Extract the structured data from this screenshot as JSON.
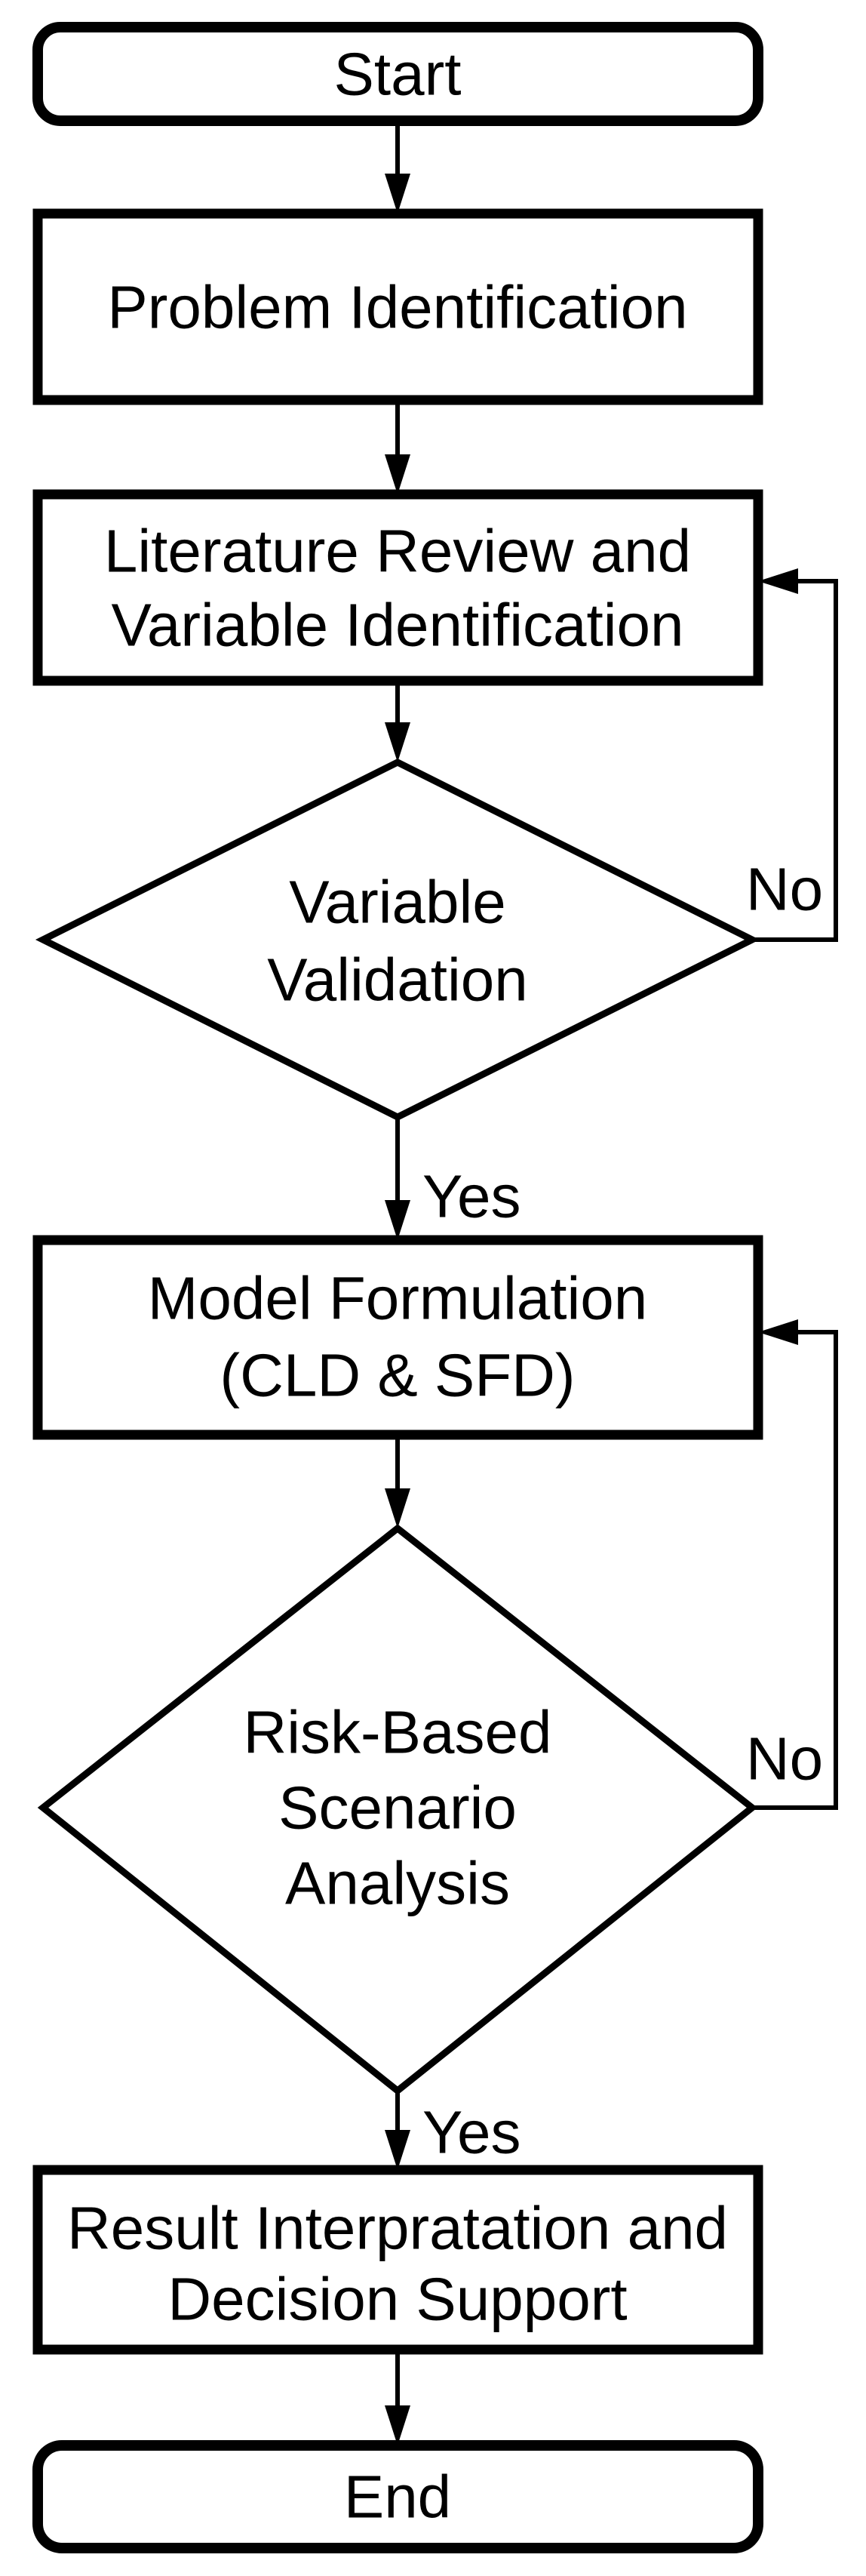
{
  "flowchart": {
    "colors": {
      "background": "#ffffff",
      "stroke": "#000000",
      "text": "#000000",
      "node_fill": "#ffffff"
    },
    "nodes": {
      "start": {
        "label": "Start"
      },
      "problem": {
        "label": "Problem Identification"
      },
      "literature": {
        "line1": "Literature Review and",
        "line2": "Variable Identification"
      },
      "variable_validation": {
        "line1": "Variable",
        "line2": "Validation"
      },
      "model_formulation": {
        "line1": "Model Formulation",
        "line2": "(CLD & SFD)"
      },
      "risk_scenario": {
        "line1": "Risk-Based",
        "line2": "Scenario",
        "line3": "Analysis"
      },
      "result": {
        "line1": "Result Interpratation and",
        "line2": "Decision Support"
      },
      "end": {
        "label": "End"
      }
    },
    "edge_labels": {
      "validation_yes": "Yes",
      "validation_no": "No",
      "risk_yes": "Yes",
      "risk_no": "No"
    }
  }
}
